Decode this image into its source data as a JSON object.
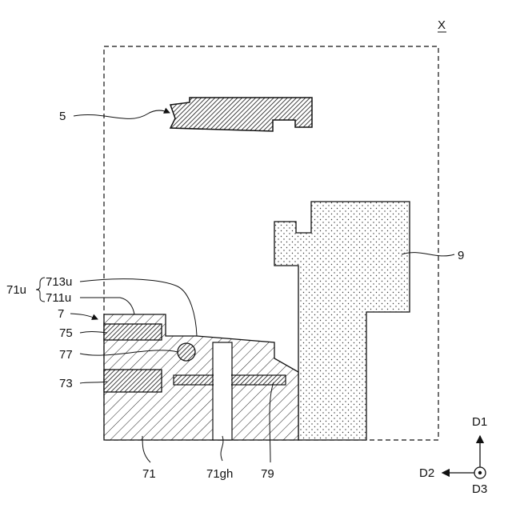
{
  "figure_label": "X",
  "labels": {
    "l5": "5",
    "l9": "9",
    "l713u": "713u",
    "l711u": "711u",
    "l71u": "71u",
    "l7": "7",
    "l75": "75",
    "l77": "77",
    "l73": "73",
    "l71": "71",
    "l71gh": "71gh",
    "l79": "79"
  },
  "axes": {
    "d1": "D1",
    "d2": "D2",
    "d3": "D3"
  },
  "colors": {
    "line": "#111111",
    "background": "#ffffff"
  }
}
